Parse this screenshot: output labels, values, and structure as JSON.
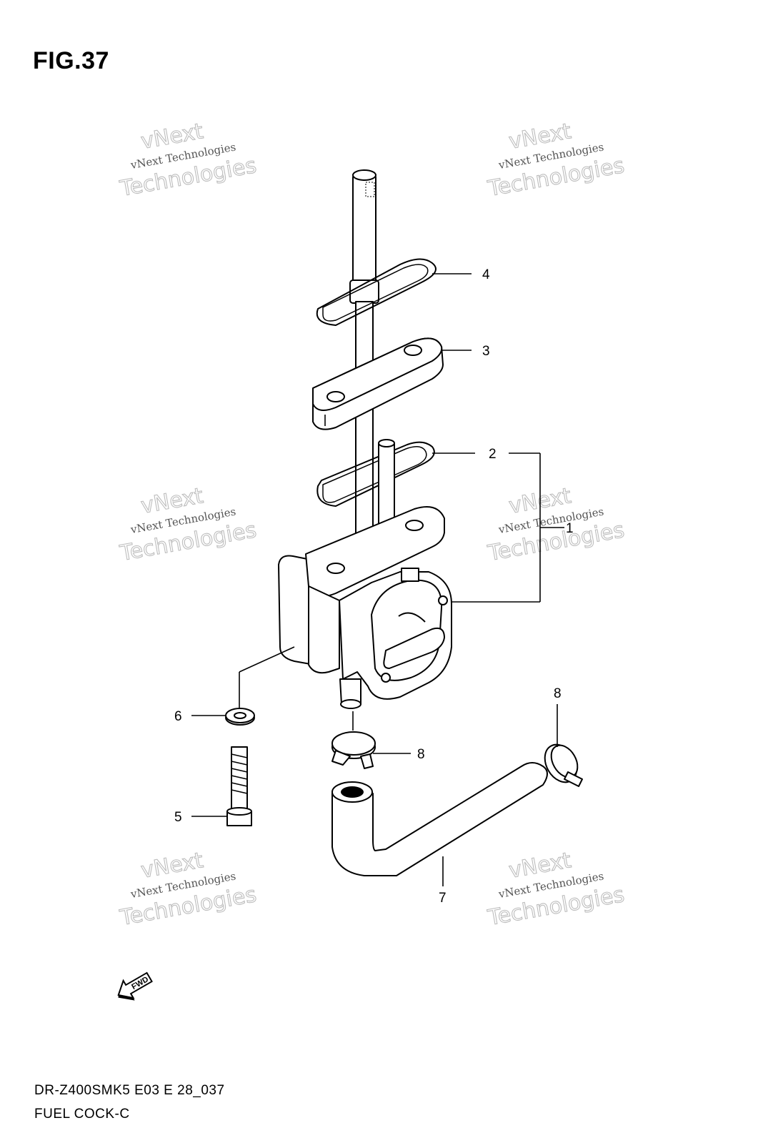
{
  "figure": {
    "title": "FIG.37",
    "model_code": "DR-Z400SMK5 E03 E 28_037",
    "name": "FUEL COCK-C"
  },
  "callouts": [
    "4",
    "3",
    "2",
    "1",
    "8",
    "6",
    "8",
    "5",
    "7"
  ],
  "watermark": {
    "line_small": "vNext Technologies",
    "line_top": "vNext",
    "line_big": "Technologies"
  },
  "fwd_label": "FWD"
}
